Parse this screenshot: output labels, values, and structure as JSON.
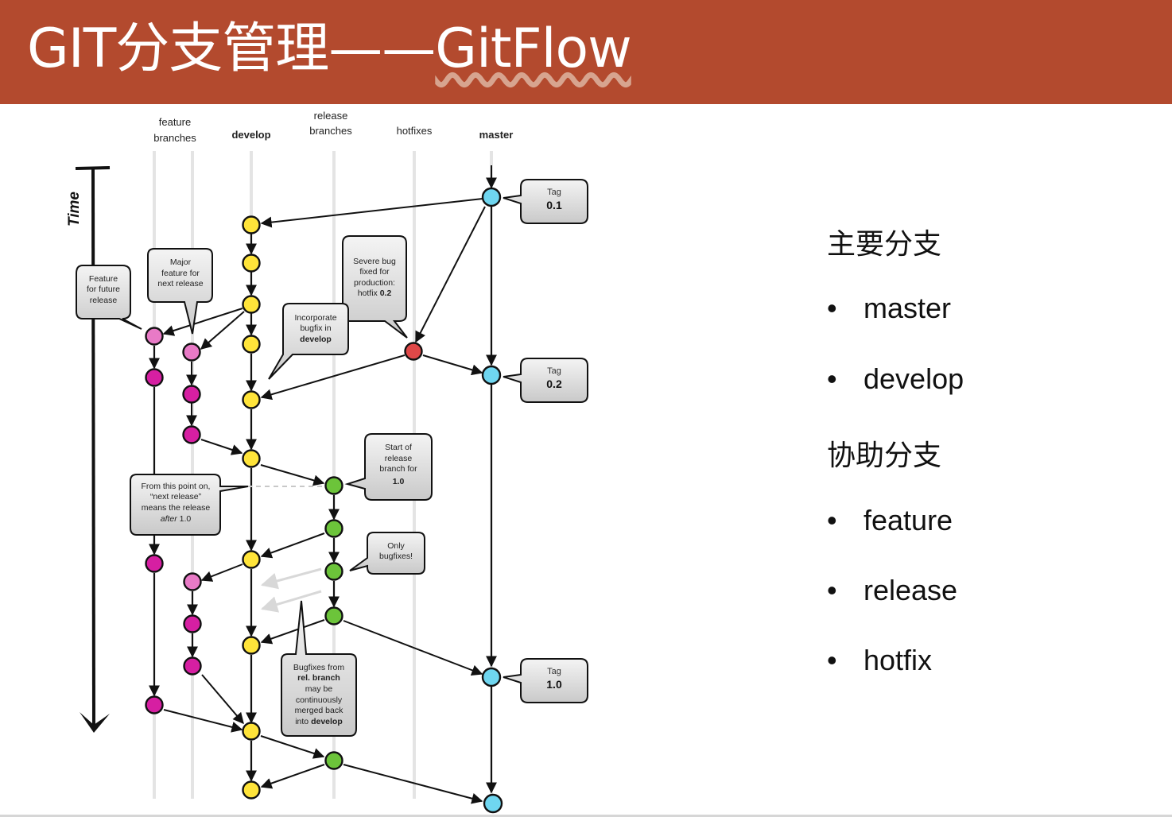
{
  "slide": {
    "title_prefix": "GIT分支管理——",
    "title_word": "GitFlow"
  },
  "diagram": {
    "columns": {
      "feature_line1": "feature",
      "feature_line2": "branches",
      "develop": "develop",
      "release_line1": "release",
      "release_line2": "branches",
      "hotfixes": "hotfixes",
      "master": "master"
    },
    "time_label": "Time",
    "tags": [
      {
        "label": "Tag",
        "version": "0.1"
      },
      {
        "label": "Tag",
        "version": "0.2"
      },
      {
        "label": "Tag",
        "version": "1.0"
      }
    ],
    "callouts": {
      "feature_future": [
        "Feature",
        "for future",
        "release"
      ],
      "major_feature": [
        "Major",
        "feature for",
        "next release"
      ],
      "severe_bug": [
        "Severe bug",
        "fixed for",
        "production:",
        "hotfix ",
        "0.2"
      ],
      "incorporate": [
        "Incorporate",
        "bugfix in",
        "develop"
      ],
      "start_release": [
        "Start of",
        "release",
        "branch for",
        "1.0"
      ],
      "from_this_point": [
        "From this point on,",
        "“next release”",
        "means the release",
        "after",
        " 1.0"
      ],
      "only_bugfixes": [
        "Only",
        "bugfixes!"
      ],
      "bugfixes_from": [
        "Bugfixes from",
        "rel. branch",
        "may be",
        "continuously",
        "merged back",
        "into ",
        "develop"
      ]
    },
    "colors": {
      "develop": "#ffe43a",
      "feature_light": "#e87ac6",
      "feature_dark": "#d61fa2",
      "release": "#6cc43a",
      "hotfix": "#e04848",
      "master": "#6fd6f0"
    }
  },
  "legend": {
    "main_heading": "主要分支",
    "main_items": [
      "master",
      "develop"
    ],
    "support_heading": "协助分支",
    "support_items": [
      "feature",
      "release",
      "hotfix"
    ],
    "bullet": "•"
  }
}
